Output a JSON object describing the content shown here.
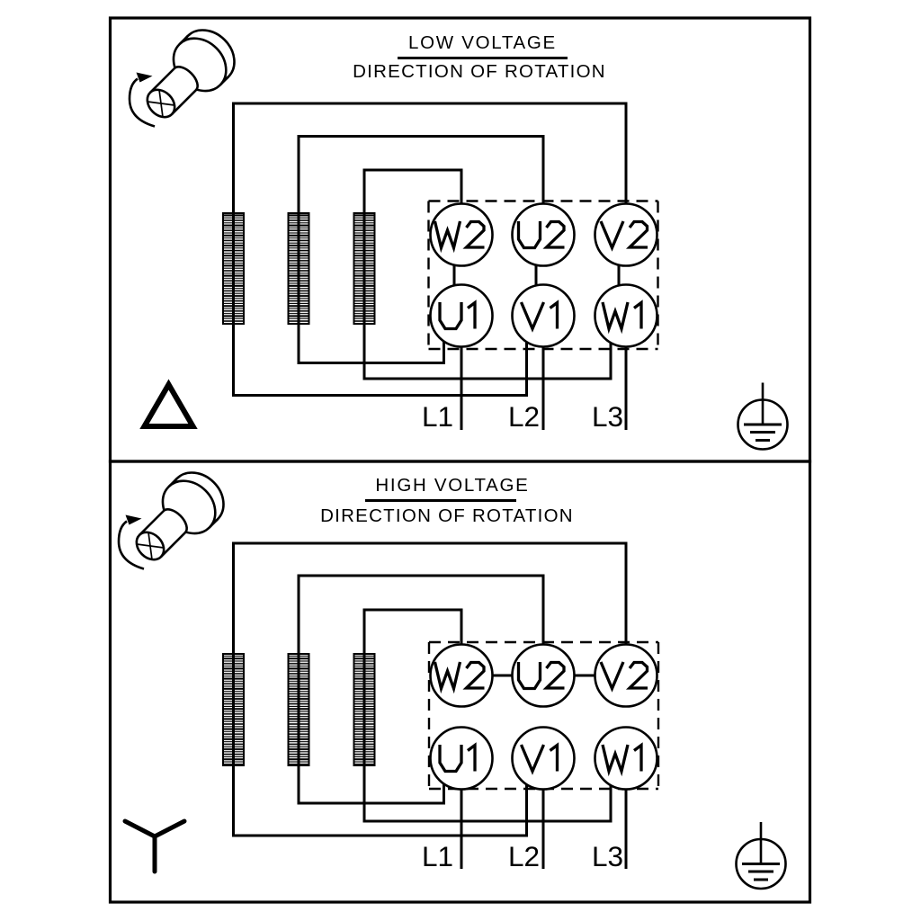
{
  "colors": {
    "ink": "#000000",
    "paper": "#ffffff"
  },
  "panels": [
    {
      "title": "LOW VOLTAGE",
      "subtitle": "DIRECTION OF ROTATION",
      "connection": "delta",
      "terminals": {
        "top": [
          "W2",
          "U2",
          "V2"
        ],
        "bottom": [
          "U1",
          "V1",
          "W1"
        ]
      },
      "lines": [
        "L1",
        "L2",
        "L3"
      ]
    },
    {
      "title": "HIGH VOLTAGE",
      "subtitle": "DIRECTION OF ROTATION",
      "connection": "wye",
      "terminals": {
        "top": [
          "W2",
          "U2",
          "V2"
        ],
        "bottom": [
          "U1",
          "V1",
          "W1"
        ]
      },
      "lines": [
        "L1",
        "L2",
        "L3"
      ]
    }
  ]
}
